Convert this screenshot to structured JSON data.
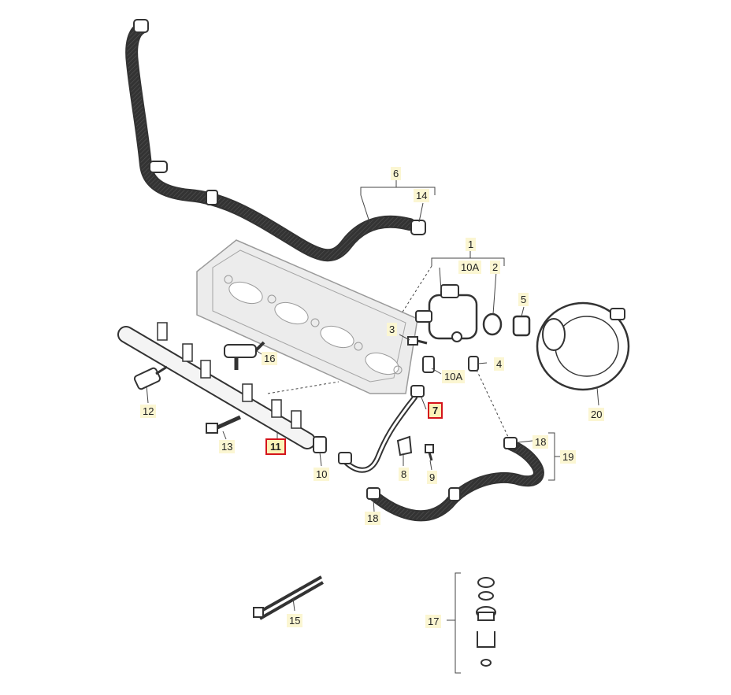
{
  "callouts": {
    "c1": "1",
    "c2": "2",
    "c3": "3",
    "c4": "4",
    "c5": "5",
    "c6": "6",
    "c7": "7",
    "c8": "8",
    "c9": "9",
    "c10": "10",
    "c10a_top": "10A",
    "c10a_bottom": "10A",
    "c11": "11",
    "c12": "12",
    "c13": "13",
    "c14": "14",
    "c15": "15",
    "c16": "16",
    "c17": "17",
    "c18_right": "18",
    "c18_bottom": "18",
    "c19": "19",
    "c20": "20"
  },
  "highlighted": [
    "7",
    "11"
  ],
  "colors": {
    "highlight_border": "#d4141b",
    "callout_background": "#fbf6d2",
    "line": "#333333"
  }
}
